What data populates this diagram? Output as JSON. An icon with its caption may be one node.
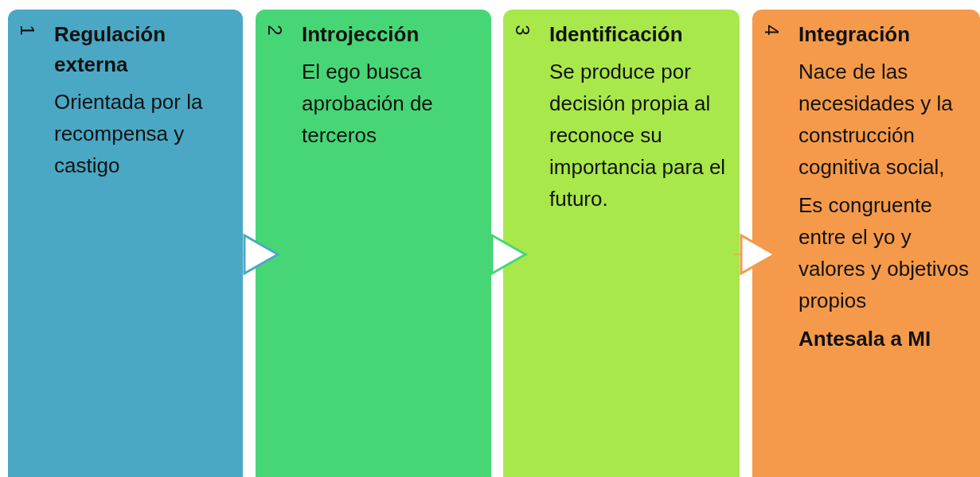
{
  "diagram": {
    "nodes": [
      {
        "text": [
          "1",
          "Regulación externa",
          "Orientada por la recompensa y castigo"
        ]
      },
      {
        "text": [
          "2",
          "Introjección",
          "El ego busca aprobación de terceros"
        ]
      },
      {
        "text": [
          "3",
          "Identificación",
          "Se produce por decisión propia al reconoce su importancia para el futuro."
        ]
      },
      {
        "text": [
          "4",
          "Integración",
          "Nace de las necesidades y la construcción cognitiva social,",
          "Es congruente entre el yo y valores y objetivos propios",
          "**Antesala a MI**"
        ]
      }
    ],
    "edges": [
      {
        "from": 0,
        "to": 1,
        "arrow": "to",
        "color": "#4aa8c4"
      },
      {
        "from": 1,
        "to": 2,
        "arrow": "to",
        "color": "#47d676"
      },
      {
        "from": 2,
        "to": 3,
        "arrow": "to",
        "color": "#f59a4a"
      }
    ]
  }
}
